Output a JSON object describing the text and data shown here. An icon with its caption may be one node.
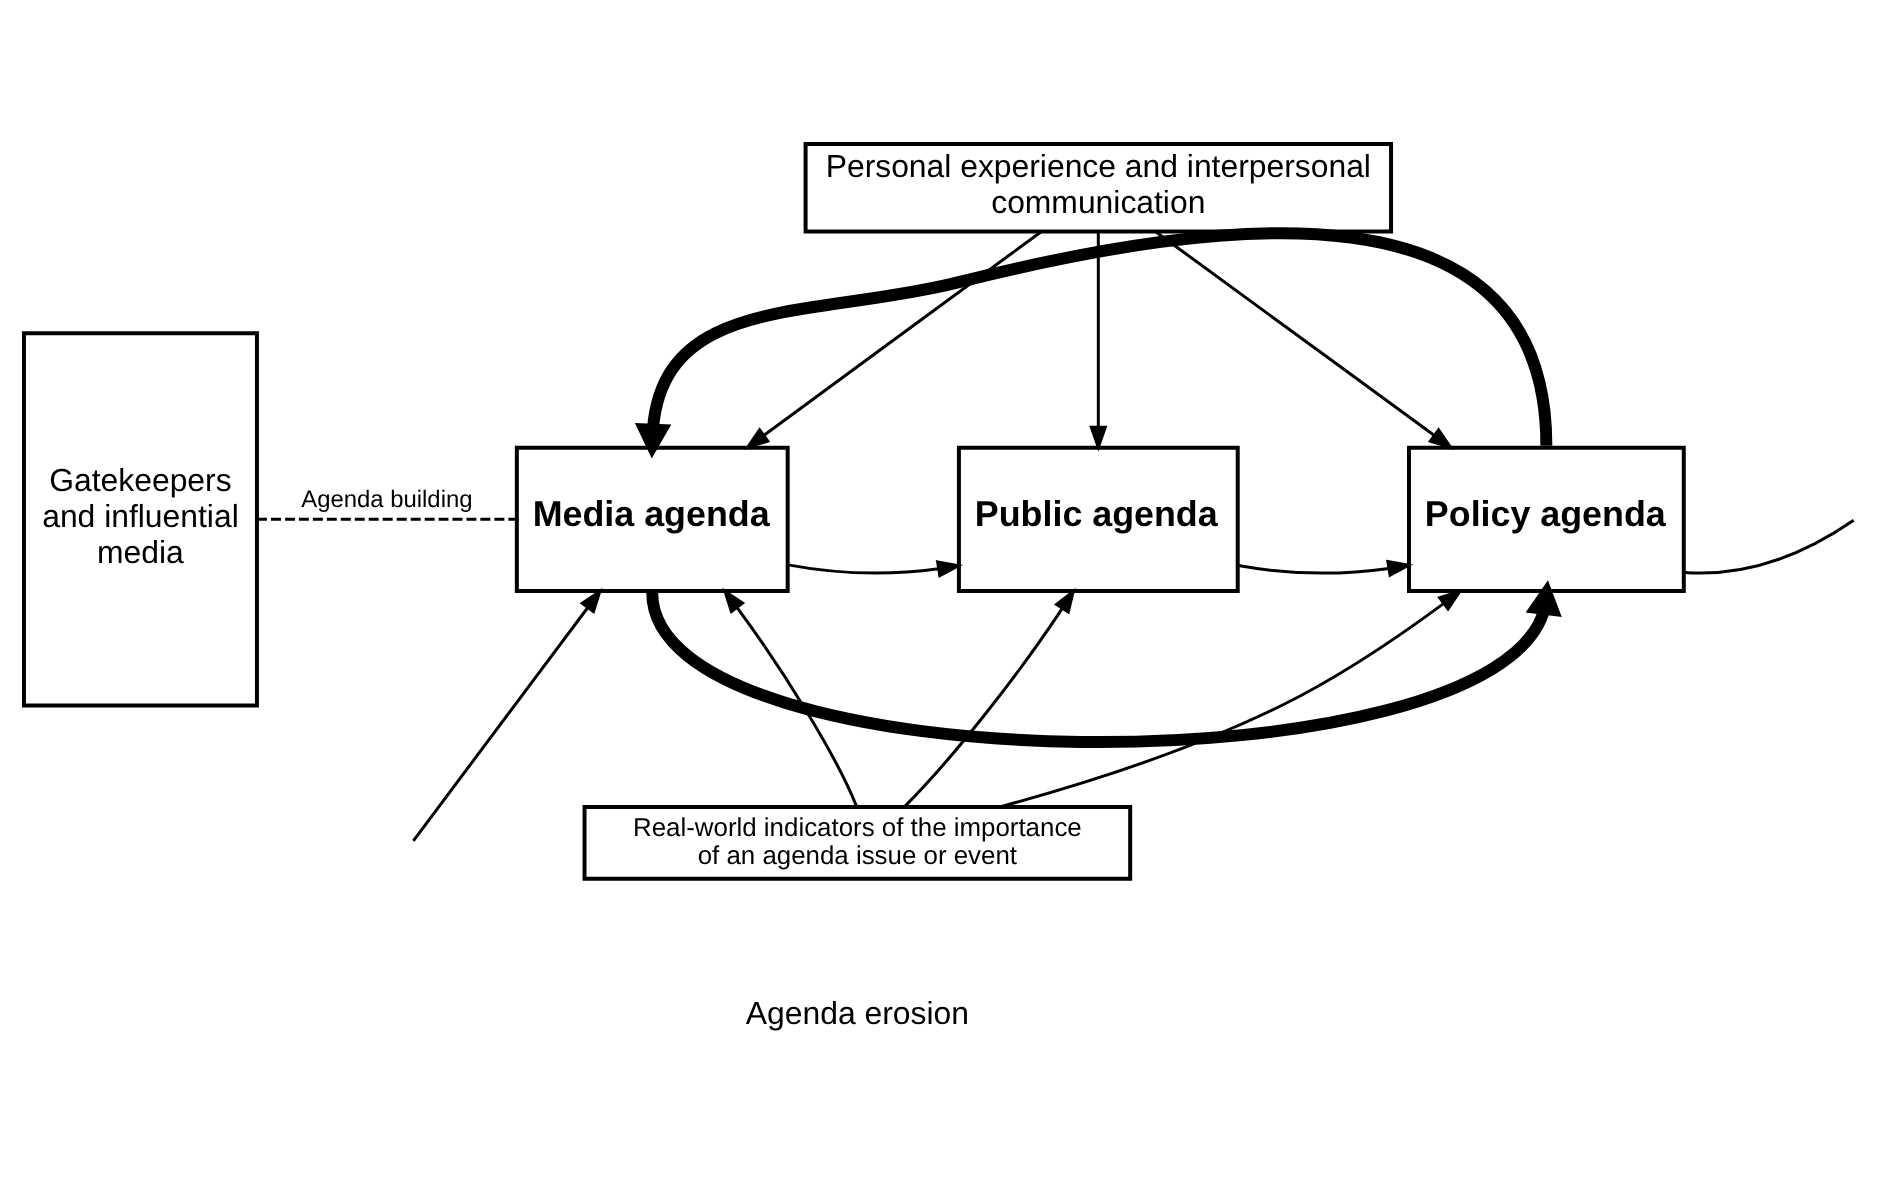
{
  "diagram": {
    "nodes": [
      {
        "text": [
          "Gatekeepers and influential media"
        ]
      },
      {
        "text": [
          "Personal experience and interpersonal communication"
        ]
      },
      {
        "text": [
          "Media agenda"
        ]
      },
      {
        "text": [
          "Public agenda"
        ]
      },
      {
        "text": [
          "Policy agenda"
        ]
      },
      {
        "text": [
          "Real-world indicators of the importance of an agenda issue or event"
        ]
      }
    ],
    "edges": [
      {
        "from": 0,
        "to": 2,
        "arrow": "none",
        "label": "Agenda building",
        "style": "dashed"
      },
      {
        "from": null,
        "to": 2,
        "arrow": "to"
      },
      {
        "from": 1,
        "to": 2,
        "arrow": "to"
      },
      {
        "from": 1,
        "to": 3,
        "arrow": "to"
      },
      {
        "from": 1,
        "to": 4,
        "arrow": "to"
      },
      {
        "from": 2,
        "to": 3,
        "arrow": "to"
      },
      {
        "from": 3,
        "to": 4,
        "arrow": "to"
      },
      {
        "from": 4,
        "to": 2,
        "arrow": "to",
        "style": "thick"
      },
      {
        "from": 2,
        "to": 4,
        "arrow": "to",
        "style": "thick"
      },
      {
        "from": 5,
        "to": 2,
        "arrow": "to"
      },
      {
        "from": 5,
        "to": 3,
        "arrow": "to"
      },
      {
        "from": 5,
        "to": 4,
        "arrow": "to"
      },
      {
        "from": 4,
        "to": null,
        "arrow": "none"
      }
    ],
    "labels": [
      "Agenda erosion"
    ]
  }
}
